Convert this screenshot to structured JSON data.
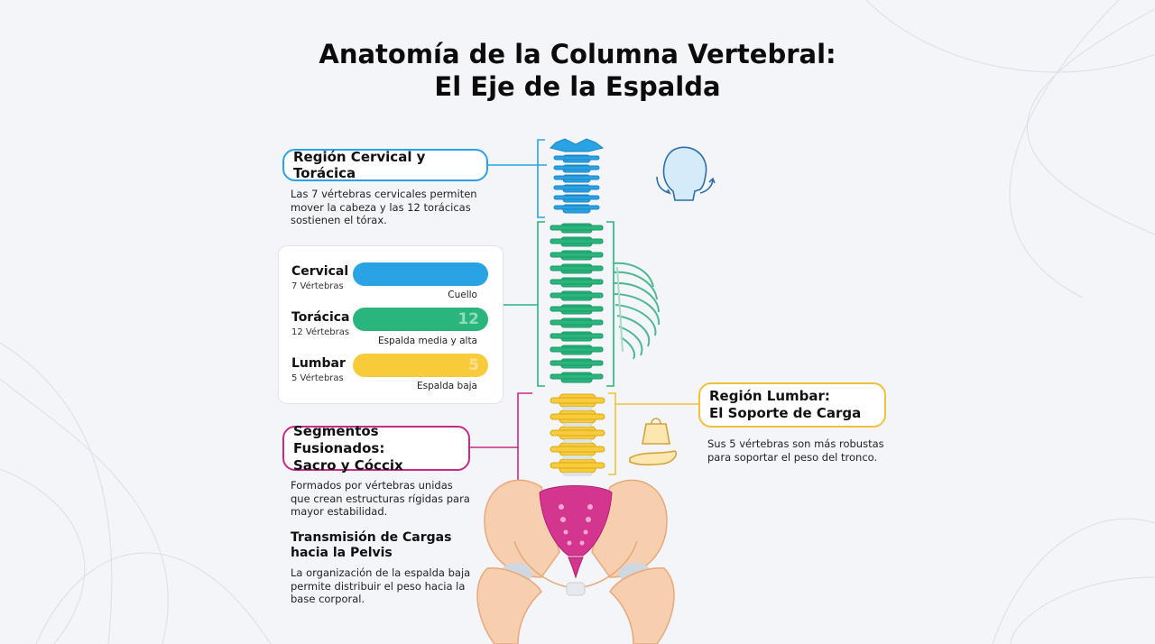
{
  "title": {
    "line1": "Anatomía de la Columna Vertebral:",
    "line2": "El Eje de la Espalda"
  },
  "cervical_region": {
    "heading": "Región Cervical y Torácica",
    "description": [
      "Las 7 vértebras cervicales permiten",
      "mover la cabeza y las 12 torácicas",
      "sostienen el tórax."
    ]
  },
  "vertebra_card": {
    "rows": [
      {
        "name": "Cervical",
        "count_label": "7 Vértebras",
        "value": 7,
        "bar_number": "",
        "area": "Cuello",
        "color": "#2aa3e4"
      },
      {
        "name": "Torácica",
        "count_label": "12 Vértebras",
        "value": 12,
        "bar_number": "12",
        "area": "Espalda media y alta",
        "color": "#2ab57d"
      },
      {
        "name": "Lumbar",
        "count_label": "5 Vértebras",
        "value": 5,
        "bar_number": "5",
        "area": "Espalda baja",
        "color": "#f7cb3a"
      }
    ]
  },
  "fused_segments": {
    "heading": [
      "Segmentos Fusionados:",
      "Sacro y Cóccix"
    ],
    "description": [
      "Formados por vértebras unidas",
      "que crean estructuras rígidas para",
      "mayor estabilidad."
    ]
  },
  "load_transmission": {
    "heading": [
      "Transmisión de Cargas",
      "hacia la Pelvis"
    ],
    "description": [
      "La organización de la espalda baja",
      "permite distribuir el peso hacia la",
      "base corporal."
    ]
  },
  "lumbar_region": {
    "heading": [
      "Región Lumbar:",
      "El Soporte de Carga"
    ],
    "description": [
      "Sus 5 vértebras son más robustas",
      "para soportar el peso del tronco."
    ]
  },
  "colors": {
    "cervical": "#2aa3e4",
    "thoracic": "#2ab57d",
    "lumbar": "#f7cb3a",
    "sacrum": "#d4358f",
    "pelvis": "#f6cfae",
    "title": "#0b0b0b"
  },
  "icons": [
    "head-rotation-icon",
    "ribcage-icon",
    "weight-hand-icon",
    "pelvis-illustration"
  ]
}
